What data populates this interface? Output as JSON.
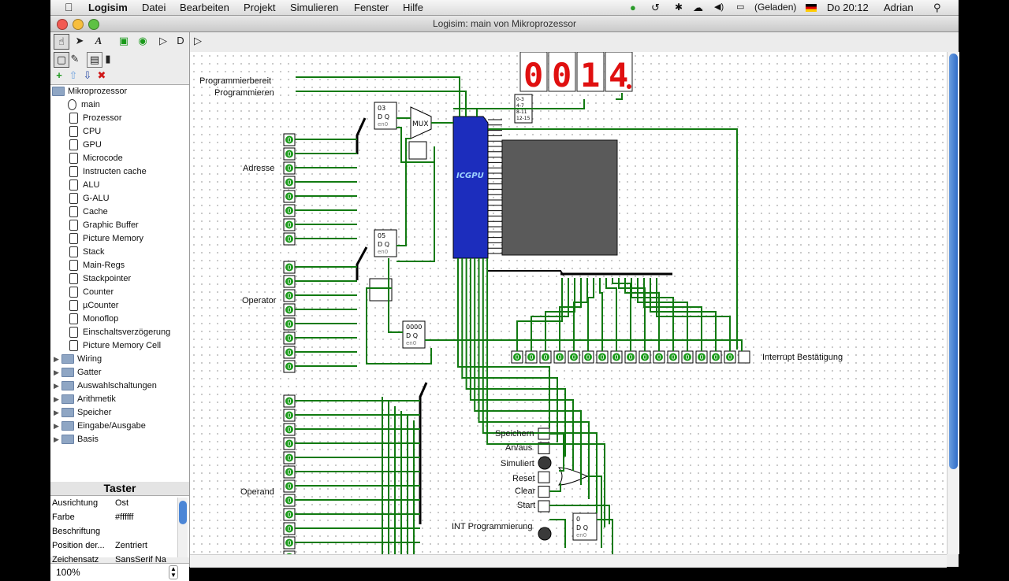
{
  "menubar": {
    "app_name": "Logisim",
    "menus": [
      "Datei",
      "Bearbeiten",
      "Projekt",
      "Simulieren",
      "Fenster",
      "Hilfe"
    ],
    "battery": "(Geladen)",
    "clock": "Do 20:12",
    "user": "Adrian"
  },
  "window": {
    "title": "Logisim: main von Mikroprozessor"
  },
  "tree": {
    "root": "Mikroprozessor",
    "circuits": [
      "main",
      "Prozessor",
      "CPU",
      "GPU",
      "Microcode",
      "Instructen cache",
      "ALU",
      "G-ALU",
      "Cache",
      "Graphic Buffer",
      "Picture Memory",
      "Stack",
      "Main-Regs",
      "Stackpointer",
      "Counter",
      "µCounter",
      "Monoflop",
      "Einschaltsverzögerung",
      "Picture Memory Cell"
    ],
    "libraries": [
      "Wiring",
      "Gatter",
      "Auswahlschaltungen",
      "Arithmetik",
      "Speicher",
      "Eingabe/Ausgabe",
      "Basis"
    ]
  },
  "attributes": {
    "title": "Taster",
    "rows": [
      {
        "key": "Ausrichtung",
        "value": "Ost"
      },
      {
        "key": "Farbe",
        "value": "#ffffff"
      },
      {
        "key": "Beschriftung",
        "value": ""
      },
      {
        "key": "Position der...",
        "value": "Zentriert"
      },
      {
        "key": "Zeichensatz",
        "value": "SansSerif Na"
      }
    ]
  },
  "zoom": "100%",
  "circuit": {
    "labels": {
      "programmierbereit": "Programmierbereit",
      "programmieren": "Programmieren",
      "adresse": "Adresse",
      "operator": "Operator",
      "operand": "Operand",
      "interrupt": "Interrupt Bestätigung",
      "speichern": "Speichern",
      "anaus": "An/aus",
      "simuliert": "Simuliert",
      "reset": "Reset",
      "clear": "Clear",
      "start": "Start",
      "int_prog": "INT Programmierung",
      "icgpu": "ICGPU",
      "mux": "MUX"
    },
    "display_digits": "0014",
    "register_values": [
      "03",
      "05",
      "0000",
      "0"
    ],
    "hex_labels": [
      "0-3",
      "4-7",
      "8-11",
      "12-15"
    ],
    "pin_value": "0",
    "colors": {
      "wire": "#117a11",
      "bus": "#000000",
      "chip": "#1c2dbd",
      "screen": "#5a5a5a",
      "segment": "#e01010",
      "led_off": "#3a3a3a"
    }
  }
}
